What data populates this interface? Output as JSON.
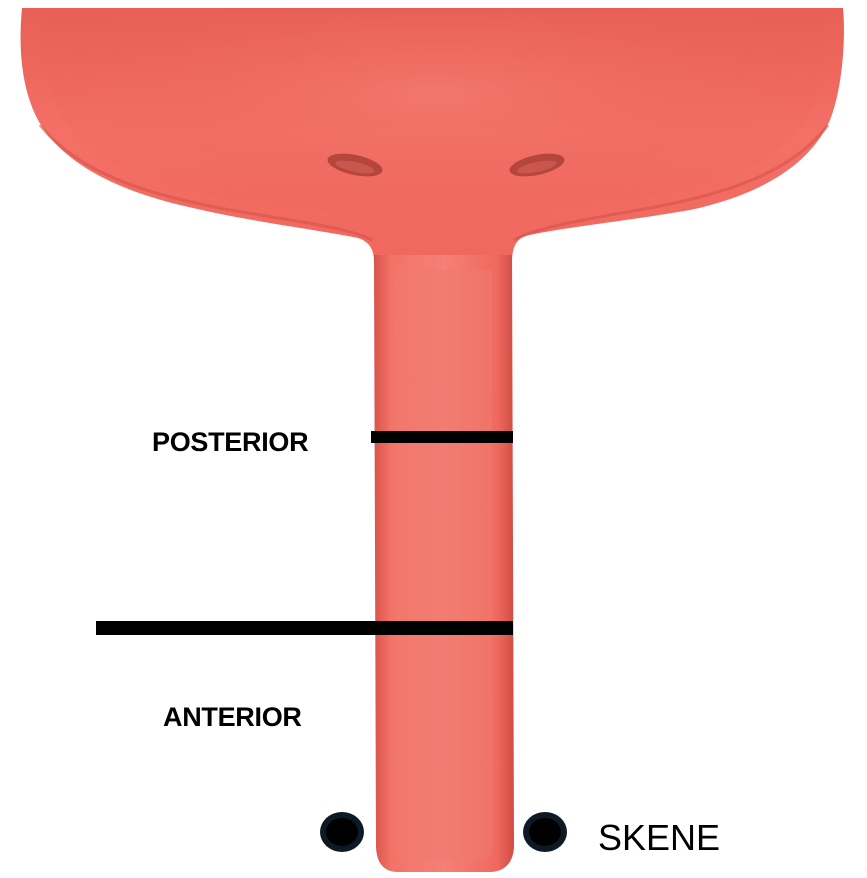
{
  "labels": {
    "posterior": "POSTERIOR",
    "anterior": "ANTERIOR",
    "skene": "SKENE"
  },
  "colors": {
    "tissue": "#f0675e",
    "tissue_highlight": "#f8877d",
    "tissue_shadow": "#c9473f",
    "orifice": "#b23a32",
    "marker": "#000000",
    "gland_dot": "#0d1a26",
    "background": "#ffffff"
  }
}
